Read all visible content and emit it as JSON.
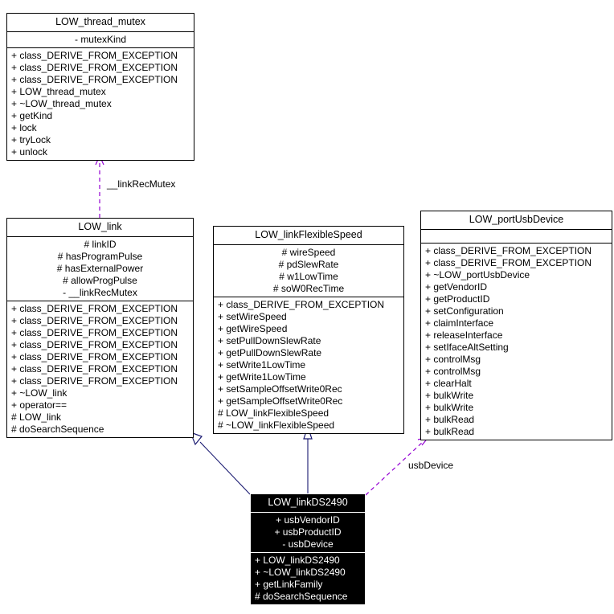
{
  "diagram": {
    "type": "uml-class-diagram",
    "background": "#ffffff",
    "colors": {
      "box_border": "#000000",
      "box_fill": "#ffffff",
      "inverted_fill": "#000000",
      "inverted_text": "#ffffff",
      "inheritance_edge": "#191970",
      "association_edge": "#9400d3"
    }
  },
  "classes": {
    "thread_mutex": {
      "name": "LOW_thread_mutex",
      "attributes": [
        "- mutexKind"
      ],
      "methods": [
        "+ class_DERIVE_FROM_EXCEPTION",
        "+ class_DERIVE_FROM_EXCEPTION",
        "+ class_DERIVE_FROM_EXCEPTION",
        "+ LOW_thread_mutex",
        "+ ~LOW_thread_mutex",
        "+ getKind",
        "+ lock",
        "+ tryLock",
        "+ unlock"
      ]
    },
    "link": {
      "name": "LOW_link",
      "attributes": [
        "# linkID",
        "# hasProgramPulse",
        "# hasExternalPower",
        "# allowProgPulse",
        "- __linkRecMutex"
      ],
      "methods": [
        "+ class_DERIVE_FROM_EXCEPTION",
        "+ class_DERIVE_FROM_EXCEPTION",
        "+ class_DERIVE_FROM_EXCEPTION",
        "+ class_DERIVE_FROM_EXCEPTION",
        "+ class_DERIVE_FROM_EXCEPTION",
        "+ class_DERIVE_FROM_EXCEPTION",
        "+ class_DERIVE_FROM_EXCEPTION",
        "+ ~LOW_link",
        "+ operator==",
        "# LOW_link",
        "# doSearchSequence"
      ]
    },
    "linkFlexibleSpeed": {
      "name": "LOW_linkFlexibleSpeed",
      "attributes": [
        "# wireSpeed",
        "# pdSlewRate",
        "# w1LowTime",
        "# soW0RecTime"
      ],
      "methods": [
        "+ class_DERIVE_FROM_EXCEPTION",
        "+ setWireSpeed",
        "+ getWireSpeed",
        "+ setPullDownSlewRate",
        "+ getPullDownSlewRate",
        "+ setWrite1LowTime",
        "+ getWrite1LowTime",
        "+ setSampleOffsetWrite0Rec",
        "+ getSampleOffsetWrite0Rec",
        "# LOW_linkFlexibleSpeed",
        "# ~LOW_linkFlexibleSpeed"
      ]
    },
    "portUsbDevice": {
      "name": "LOW_portUsbDevice",
      "attributes": [],
      "methods": [
        "+ class_DERIVE_FROM_EXCEPTION",
        "+ class_DERIVE_FROM_EXCEPTION",
        "+ ~LOW_portUsbDevice",
        "+ getVendorID",
        "+ getProductID",
        "+ setConfiguration",
        "+ claimInterface",
        "+ releaseInterface",
        "+ setIfaceAltSetting",
        "+ controlMsg",
        "+ controlMsg",
        "+ clearHalt",
        "+ bulkWrite",
        "+ bulkWrite",
        "+ bulkRead",
        "+ bulkRead"
      ]
    },
    "linkDS2490": {
      "name": "LOW_linkDS2490",
      "attributes": [
        "+ usbVendorID",
        "+ usbProductID",
        "- usbDevice"
      ],
      "methods": [
        "+ LOW_linkDS2490",
        "+ ~LOW_linkDS2490",
        "+ getLinkFamily",
        "# doSearchSequence"
      ]
    }
  },
  "edges": {
    "link_rec_mutex_label": "__linkRecMutex",
    "usb_device_label": "usbDevice"
  }
}
